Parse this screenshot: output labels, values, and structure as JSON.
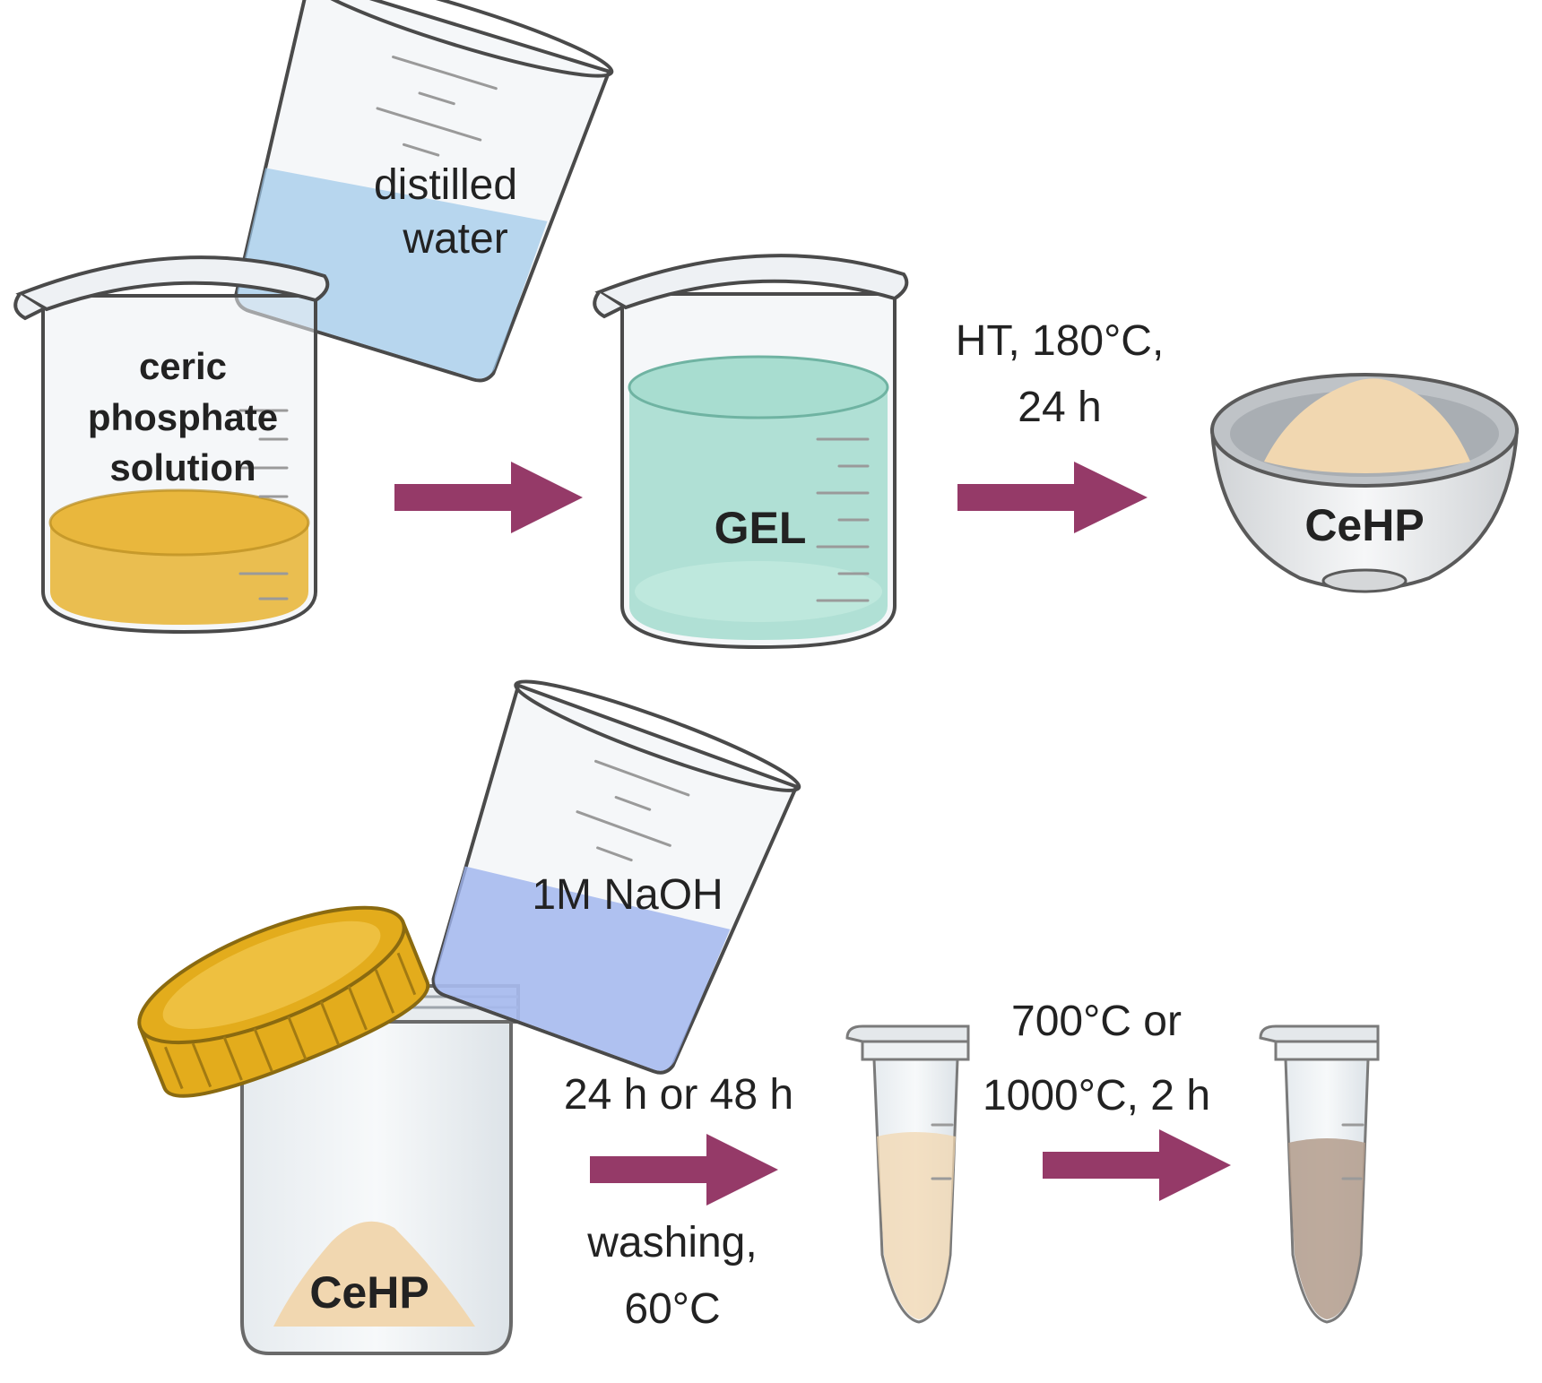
{
  "colors": {
    "arrow": "#953a68",
    "ceric_solution": "#e9b73d",
    "gel": "#a8ddd0",
    "distilled_water": "#9cc8ea",
    "naoh": "#9db3ee",
    "cehp_powder": "#f1d7b0",
    "calcined_powder": "#b39c8c",
    "jar_lid": "#e3ac1c"
  },
  "top_row": {
    "pour_label_line1": "distilled",
    "pour_label_line2": "water",
    "beaker1_line1": "ceric",
    "beaker1_line2": "phosphate",
    "beaker1_line3": "solution",
    "beaker2_label": "GEL",
    "step2_line1": "HT, 180°C,",
    "step2_line2": "24 h",
    "bowl_label": "CeHP"
  },
  "bottom_row": {
    "pour_label": "1M NaOH",
    "jar_label": "CeHP",
    "step3_above": "24 h or 48 h",
    "step3_below_line1": "washing,",
    "step3_below_line2": "60°C",
    "step4_line1": "700°C or",
    "step4_line2": "1000°C, 2 h"
  },
  "icons": [
    "beaker-icon",
    "pouring-beaker-icon",
    "bowl-icon",
    "jar-icon",
    "jar-lid-icon",
    "microtube-icon",
    "arrow-right-icon"
  ]
}
